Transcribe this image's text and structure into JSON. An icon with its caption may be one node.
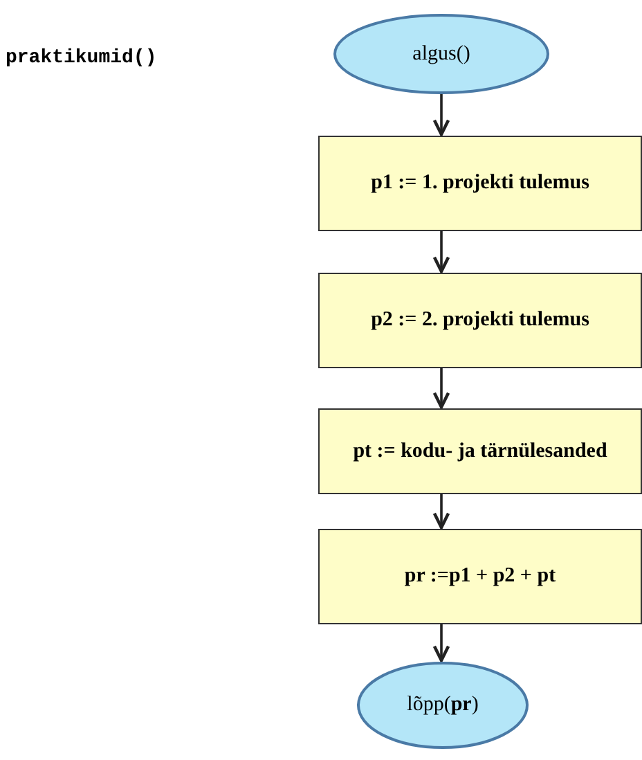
{
  "diagram": {
    "title": "praktikumid()",
    "nodes": [
      {
        "text": [
          "algus()"
        ]
      },
      {
        "text": [
          "p1 := 1. projekti tulemus"
        ]
      },
      {
        "text": [
          "p2 := 2. projekti tulemus"
        ]
      },
      {
        "text": [
          "pt := kodu- ja tärnülesanded"
        ]
      },
      {
        "text": [
          "pr :=p1 + p2 + pt"
        ]
      },
      {
        "text": [
          "lõpp(**pr**)"
        ]
      }
    ],
    "edges": [
      {
        "from": 0,
        "to": 1,
        "arrow": "to"
      },
      {
        "from": 1,
        "to": 2,
        "arrow": "to"
      },
      {
        "from": 2,
        "to": 3,
        "arrow": "to"
      },
      {
        "from": 3,
        "to": 4,
        "arrow": "to"
      },
      {
        "from": 4,
        "to": 5,
        "arrow": "to"
      }
    ]
  }
}
